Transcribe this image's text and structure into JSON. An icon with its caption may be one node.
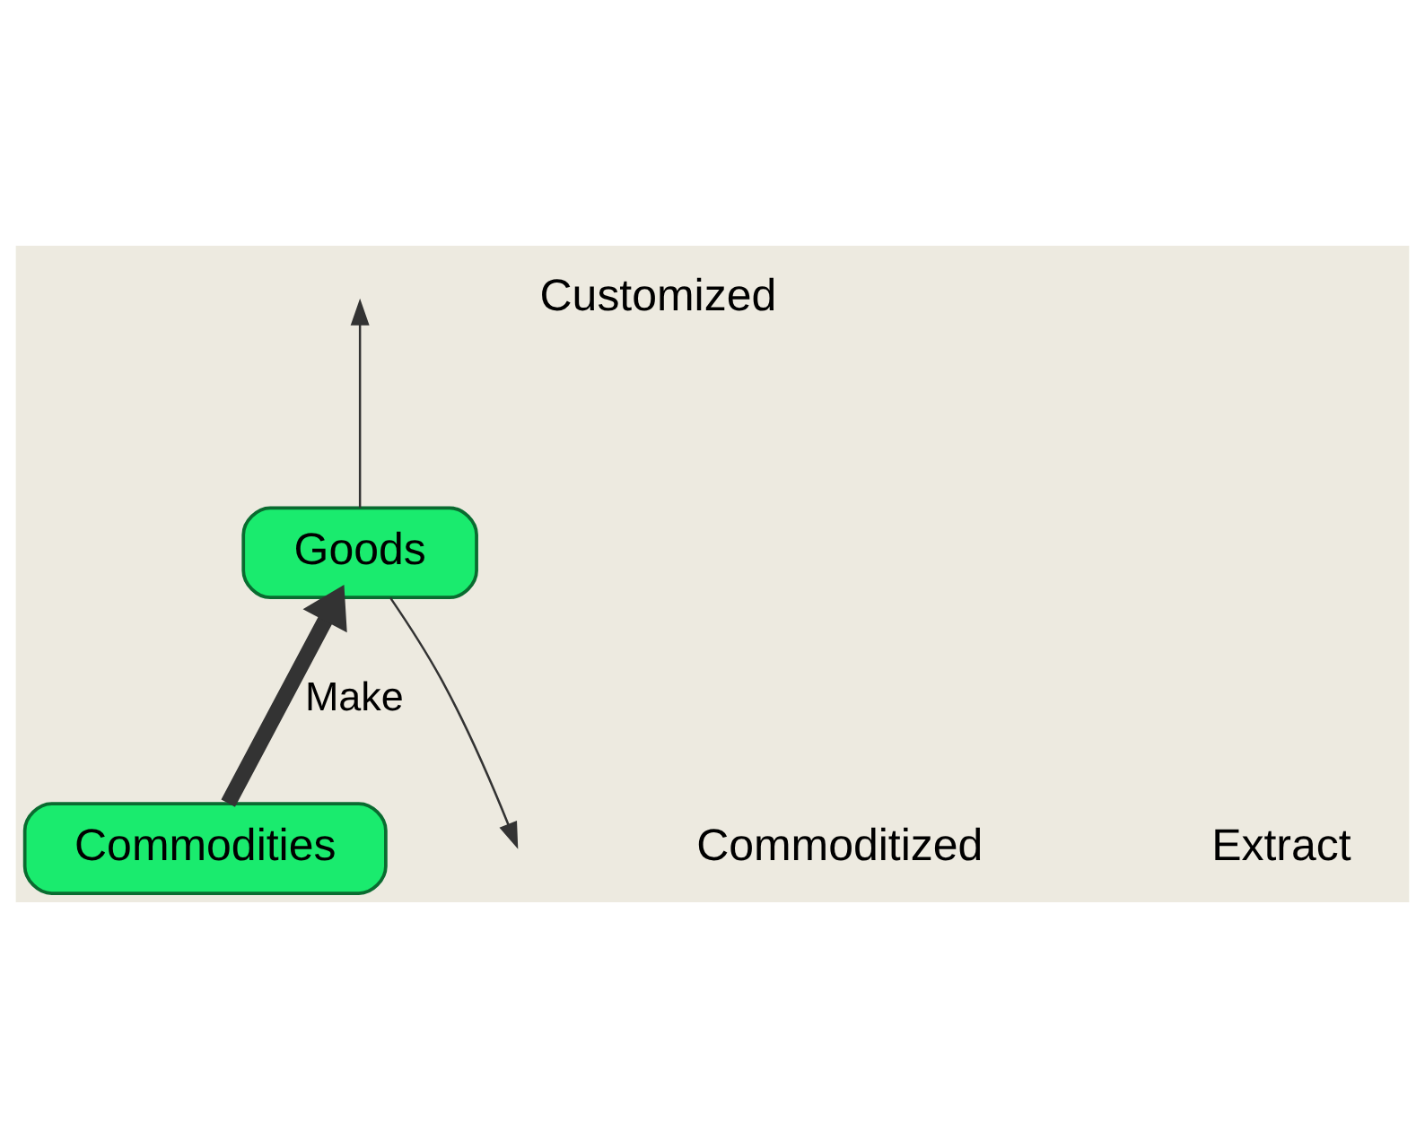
{
  "diagram": {
    "nodes": [
      {
        "text": [
          "Goods"
        ]
      },
      {
        "text": [
          "Commodities"
        ]
      }
    ],
    "edges": [
      {
        "from": 1,
        "to": 0,
        "arrow": "to",
        "label": "Make",
        "style": "thick"
      },
      {
        "from": 0,
        "to": null,
        "arrow": "to"
      },
      {
        "from": 0,
        "to": null,
        "arrow": "to"
      }
    ],
    "labels": [
      "Customized",
      "Commoditized",
      "Extract"
    ]
  }
}
